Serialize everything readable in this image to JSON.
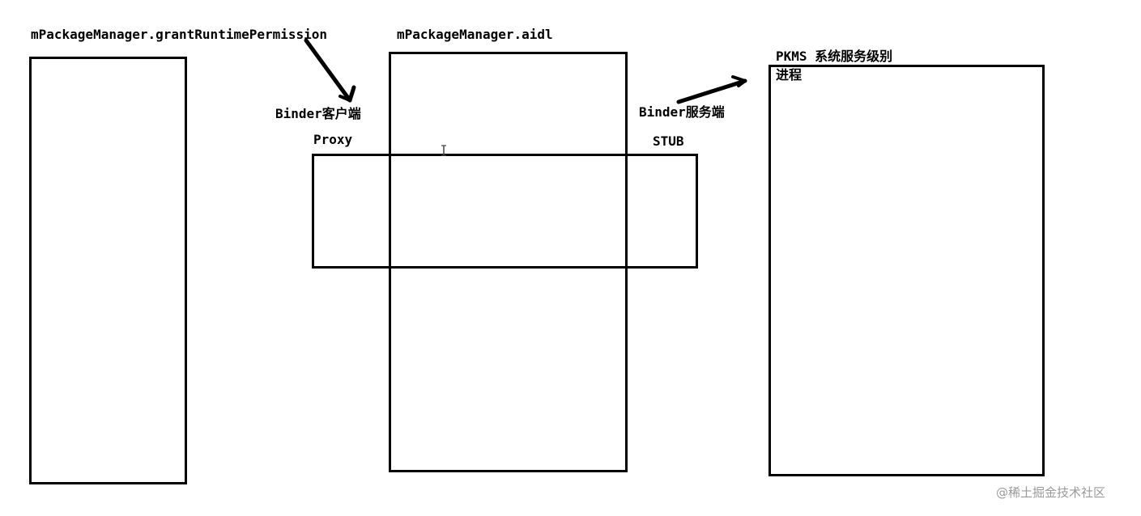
{
  "labels": {
    "client_call": "mPackageManager.grantRuntimePermission",
    "aidl": "mPackageManager.aidl",
    "binder_client": "Binder客户端",
    "proxy": "Proxy",
    "binder_server": "Binder服务端",
    "stub": "STUB",
    "pkms_title": "PKMS 系统服务级别",
    "pkms_process": "进程"
  },
  "watermark": "@稀土掘金技术社区",
  "cursor_icon": "text-cursor-icon",
  "colors": {
    "stroke": "#000000",
    "background": "#ffffff",
    "watermark": "#9a9a9a"
  }
}
